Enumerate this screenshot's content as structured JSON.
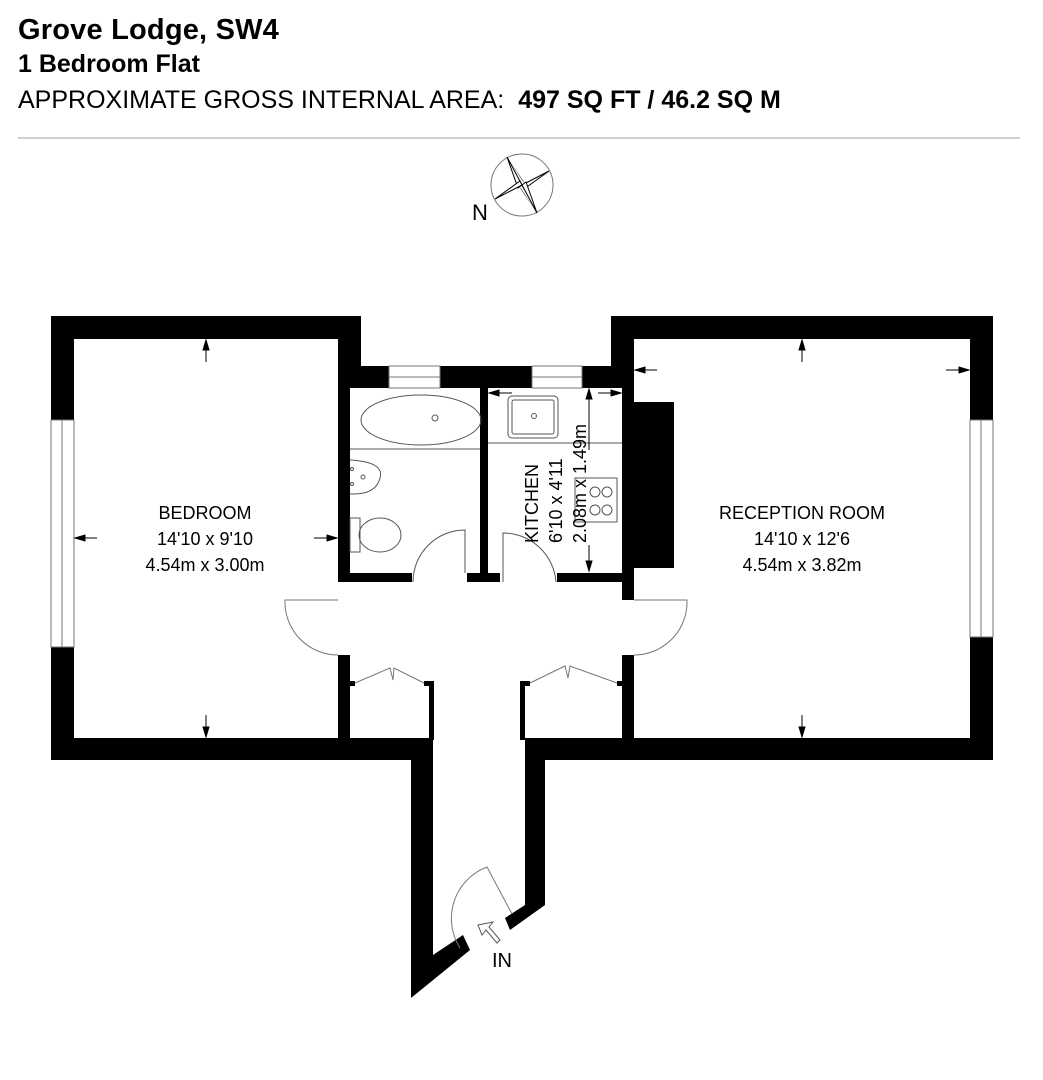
{
  "header": {
    "title": "Grove Lodge, SW4",
    "subtitle": "1 Bedroom Flat",
    "area_label": "APPROXIMATE GROSS INTERNAL AREA:",
    "area_value": "497 SQ FT / 46.2 SQ M"
  },
  "compass": {
    "north_label": "N",
    "icon": "compass-rose-icon"
  },
  "rooms": {
    "bedroom": {
      "name": "BEDROOM",
      "imperial": "14'10 x 9'10",
      "metric": "4.54m x 3.00m"
    },
    "kitchen": {
      "name": "KITCHEN",
      "imperial": "6'10 x 4'11",
      "metric": "2.08m x 1.49m"
    },
    "reception": {
      "name": "RECEPTION ROOM",
      "imperial": "14'10 x 12'6",
      "metric": "4.54m x 3.82m"
    }
  },
  "entrance": {
    "label": "IN"
  },
  "colors": {
    "wall": "#000000",
    "fixture_line": "#555555",
    "divider": "#d0d0d0"
  }
}
